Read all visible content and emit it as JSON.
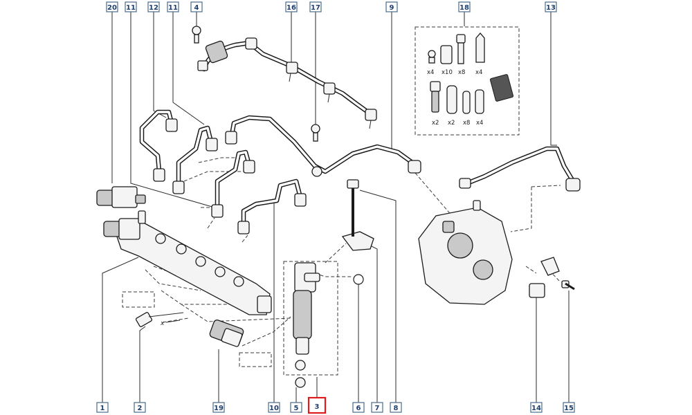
{
  "callouts": {
    "c20": "20",
    "c11a": "11",
    "c12": "12",
    "c11b": "11",
    "c4": "4",
    "c16": "16",
    "c17": "17",
    "c9": "9",
    "c18": "18",
    "c13": "13",
    "c1": "1",
    "c2": "2",
    "c19": "19",
    "c10": "10",
    "c5": "5",
    "c3": "3",
    "c6": "6",
    "c7": "7",
    "c8": "8",
    "c14": "14",
    "c15": "15"
  },
  "kit": {
    "q1": "x4",
    "q2": "x10",
    "q3": "x8",
    "q4": "x4",
    "q5": "x2",
    "q6": "x2",
    "q7": "x8",
    "q8": "x4"
  },
  "dimension_label": "x",
  "selected_callout": "3",
  "colors": {
    "callout_border": "#4a6a8a",
    "callout_text": "#1f3f6f",
    "selected_border": "#e01b1b"
  }
}
